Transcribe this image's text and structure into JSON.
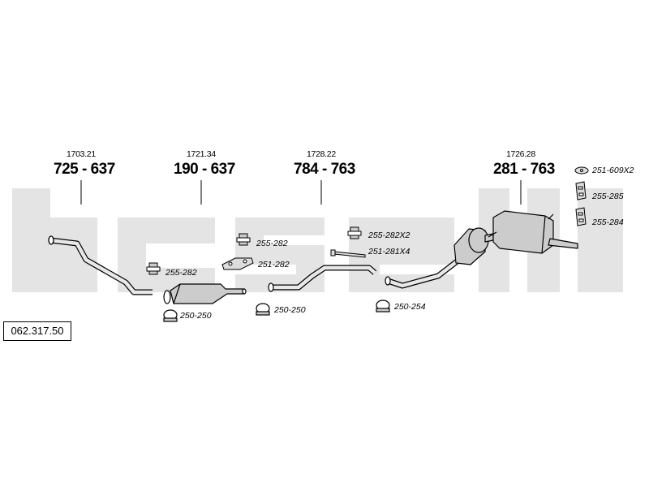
{
  "colors": {
    "watermark": "#e4e4e4",
    "stroke": "#000000",
    "part_fill": "#cccccc",
    "pipe_fill": "#e8e8e8"
  },
  "reference_number": "062.317.50",
  "main_parts": [
    {
      "small": "1703.21",
      "big": "725 - 637"
    },
    {
      "small": "1721.34",
      "big": "190 - 637"
    },
    {
      "small": "1728.22",
      "big": "784 - 763"
    },
    {
      "small": "1726.28",
      "big": "281 - 763"
    }
  ],
  "accessories": {
    "clamp_1": "255-282",
    "ring_1": "250-250",
    "clamp_2": "255-282",
    "gasket_1": "251-282",
    "ring_2": "250-250",
    "clamp_3": "255-282X2",
    "bolt_1": "251-281X4",
    "ring_3": "250-254",
    "rubber_1": "251-609X2",
    "bracket_1": "255-285",
    "bracket_2": "255-284"
  }
}
